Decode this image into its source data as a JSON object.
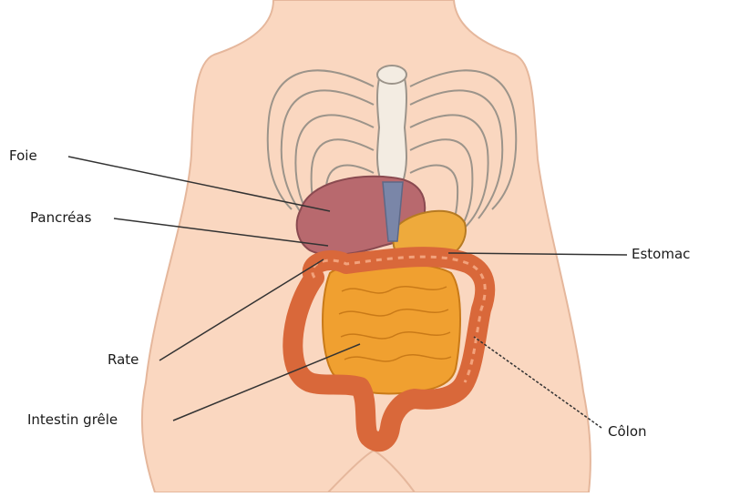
{
  "labels": {
    "foie": "Foie",
    "pancreas": "Pancréas",
    "estomac": "Estomac",
    "rate": "Rate",
    "intestin": "Intestin grêle",
    "colon": "Côlon"
  },
  "colors": {
    "skin": "#fad7c0",
    "skin_outline": "#e5b79c",
    "bone": "#f3ece2",
    "bone_outline": "#9c948a",
    "liver": "#b8696e",
    "stomach": "#eeaa3c",
    "small_intestine": "#f0a030",
    "colon": "#d9683a",
    "vein": "#7a86a8"
  }
}
